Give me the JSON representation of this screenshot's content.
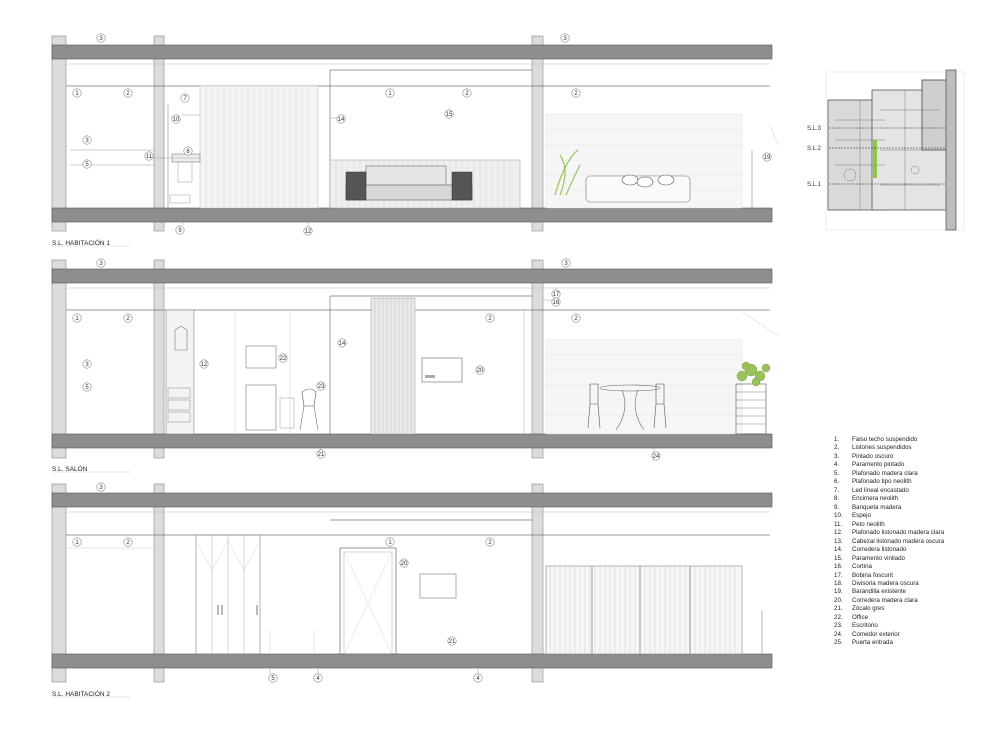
{
  "sections": [
    {
      "title": "S.L. HABITACIÓN 1",
      "tags": [
        "3",
        "3",
        "1",
        "2",
        "7",
        "1",
        "2",
        "2",
        "15",
        "14",
        "10",
        "3",
        "8",
        "11",
        "5",
        "19",
        "9",
        "12"
      ]
    },
    {
      "title": "S.L. SALÓN",
      "tags": [
        "3",
        "3",
        "1",
        "2",
        "17",
        "16",
        "2",
        "2",
        "12",
        "22",
        "14",
        "20",
        "3",
        "23",
        "5",
        "21",
        "24"
      ]
    },
    {
      "title": "S.L. HABITACIÓN 2",
      "tags": [
        "3",
        "1",
        "2",
        "1",
        "2",
        "20",
        "21",
        "5",
        "4",
        "4"
      ]
    }
  ],
  "key_plan": {
    "labels": [
      "S.L.3",
      "S.L.2",
      "S.L.1"
    ]
  },
  "legend": [
    {
      "num": "1.",
      "text": "Falso techo suspendido"
    },
    {
      "num": "2.",
      "text": "Listones suspendidos"
    },
    {
      "num": "3.",
      "text": "Pintado oscuro"
    },
    {
      "num": "4.",
      "text": "Paramento pintado"
    },
    {
      "num": "5.",
      "text": "Plafonado madera clara"
    },
    {
      "num": "6.",
      "text": "Plafonado tipo neolith"
    },
    {
      "num": "7.",
      "text": "Led lineal encastado"
    },
    {
      "num": "8.",
      "text": "Encimera neolith"
    },
    {
      "num": "9.",
      "text": "Banqueta madera"
    },
    {
      "num": "10.",
      "text": "Espejo"
    },
    {
      "num": "11.",
      "text": "Peto neolith"
    },
    {
      "num": "12.",
      "text": "Plafonado listonado madera clara"
    },
    {
      "num": "13.",
      "text": "Cabezal listonado madera oscura"
    },
    {
      "num": "14.",
      "text": "Corredera listonado"
    },
    {
      "num": "15.",
      "text": "Paramento vinilado"
    },
    {
      "num": "16.",
      "text": "Cortina"
    },
    {
      "num": "17.",
      "text": "Bobina foscurit"
    },
    {
      "num": "18.",
      "text": "Divisoria madera oscura"
    },
    {
      "num": "19.",
      "text": "Barandilla existente"
    },
    {
      "num": "20.",
      "text": "Corredera madera clara"
    },
    {
      "num": "21.",
      "text": "Zócalo gres"
    },
    {
      "num": "22.",
      "text": "Office"
    },
    {
      "num": "23.",
      "text": "Escritorio"
    },
    {
      "num": "24.",
      "text": "Comedor exterior"
    },
    {
      "num": "25.",
      "text": "Puerta entrada"
    }
  ],
  "colors": {
    "slab": "#8e8e8e",
    "line": "#777777",
    "light": "#c8c8c8",
    "plant": "#9bc25a"
  }
}
